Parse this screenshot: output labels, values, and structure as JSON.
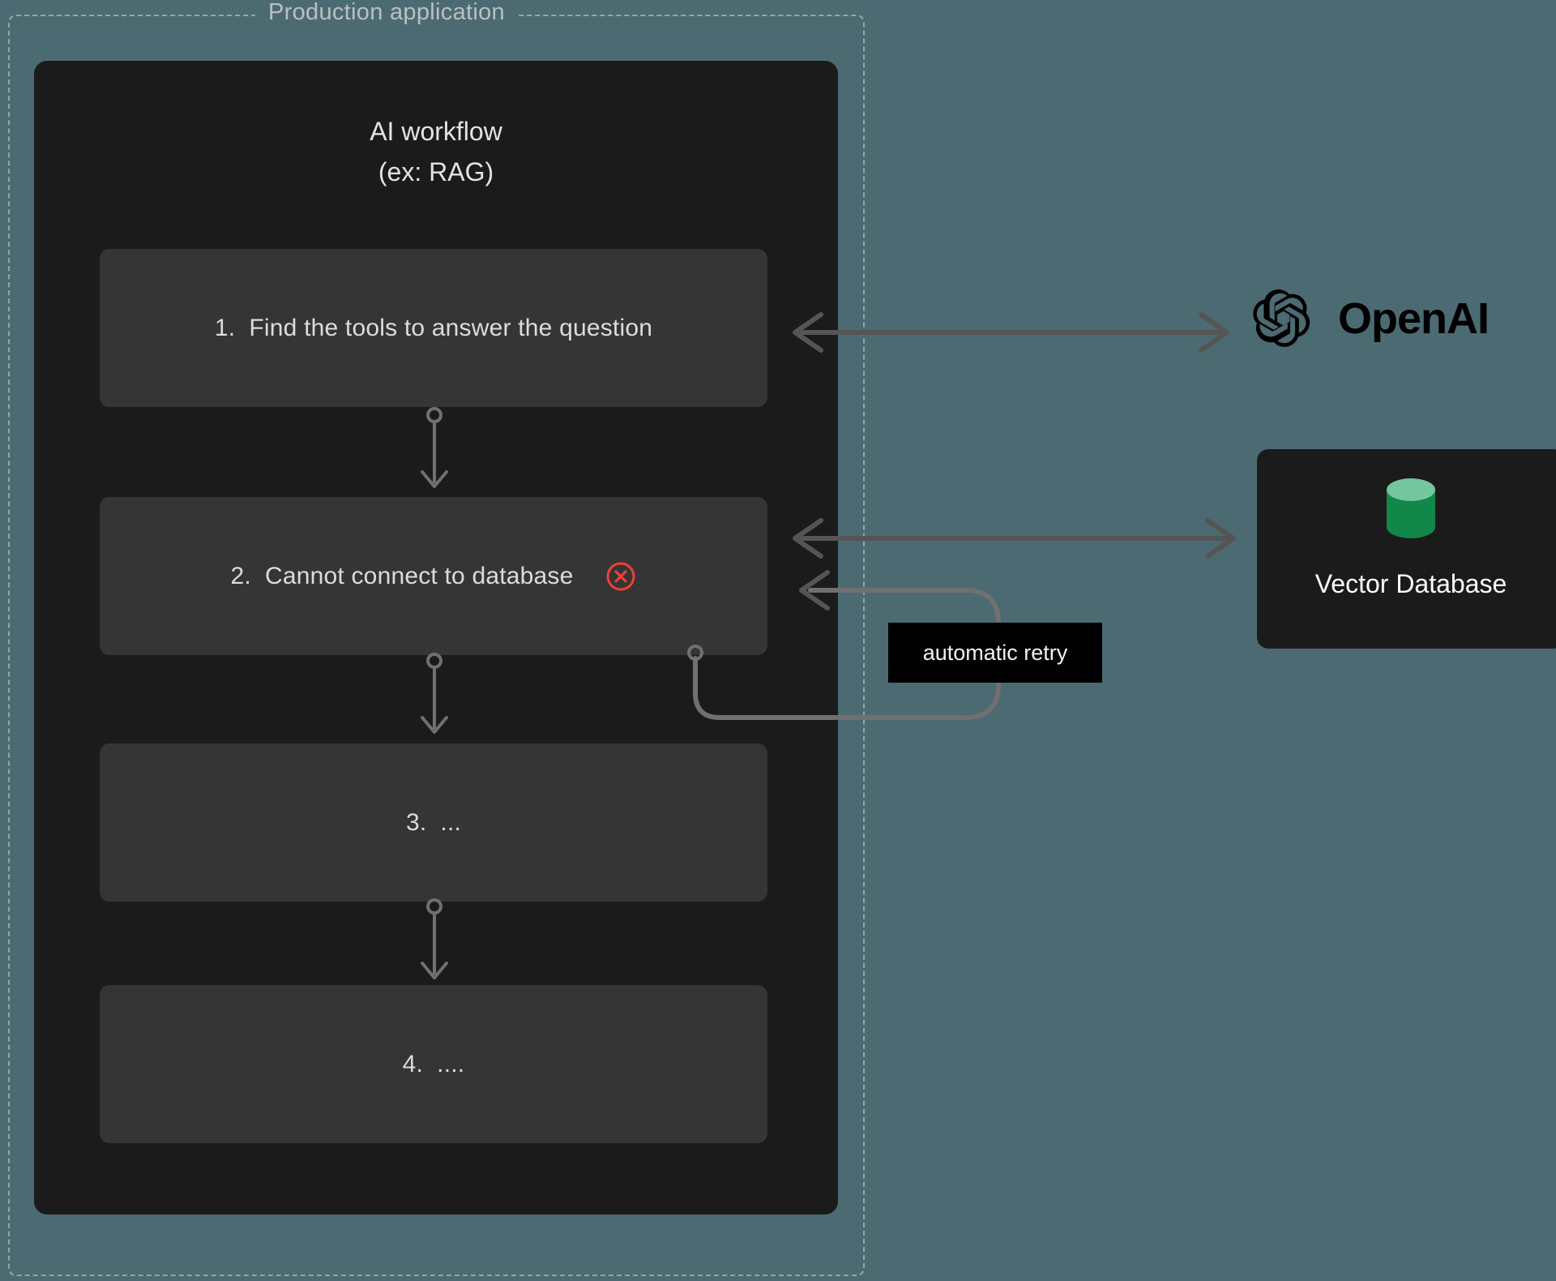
{
  "boundary": {
    "title": "Production application"
  },
  "workflow": {
    "title_line1": "AI workflow",
    "title_line2": "(ex: RAG)",
    "steps": [
      {
        "id": "step-1",
        "label": "1.  Find the tools to answer the question",
        "status": "ok"
      },
      {
        "id": "step-2",
        "label": "2.  Cannot connect to database",
        "status": "error"
      },
      {
        "id": "step-3",
        "label": "3.  ...",
        "status": "ok"
      },
      {
        "id": "step-4",
        "label": "4.  ....",
        "status": "ok"
      }
    ]
  },
  "services": {
    "openai": {
      "name": "OpenAI"
    },
    "vector_db": {
      "label": "Vector Database"
    }
  },
  "annotations": {
    "retry": "automatic retry"
  },
  "colors": {
    "background": "#4c6a72",
    "card": "#1b1b1b",
    "step": "#353535",
    "error": "#ef4036",
    "db_green": "#12874a",
    "db_green_top": "#74c69d",
    "arrow": "#555555",
    "dashed_border": "#9aa3a5"
  }
}
